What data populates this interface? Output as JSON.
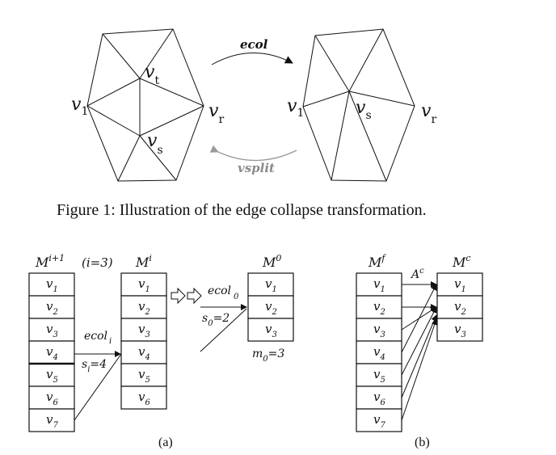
{
  "figure1": {
    "caption": "Figure 1: Illustration of the edge collapse transformation.",
    "ecol_label": "ecol",
    "vsplit_label": "vsplit",
    "left_mesh": {
      "v1": {
        "base": "v",
        "sub": "1"
      },
      "vr": {
        "base": "v",
        "sub": "r"
      },
      "vt": {
        "base": "v",
        "sub": "t"
      },
      "vs": {
        "base": "v",
        "sub": "s"
      }
    },
    "right_mesh": {
      "v1": {
        "base": "v",
        "sub": "1"
      },
      "vr": {
        "base": "v",
        "sub": "r"
      },
      "vs": {
        "base": "v",
        "sub": "s"
      }
    },
    "colors": {
      "ecol_arrow": "#111111",
      "vsplit_arrow": "#9a9a9a"
    }
  },
  "figure_a": {
    "label": "(a)",
    "m_i1": {
      "base": "M",
      "sup": "i+1"
    },
    "i_eq": "(i=3)",
    "m_i": {
      "base": "M",
      "sup": "i"
    },
    "m_0": {
      "base": "M",
      "sup": "0"
    },
    "ecol_i": {
      "base": "ecol",
      "sub": "i"
    },
    "s_i": {
      "base": "s",
      "sub": "i",
      "rest": "=4"
    },
    "ecol_0": {
      "base": "ecol",
      "sub": "0"
    },
    "s_0": {
      "base": "s",
      "sub": "0",
      "rest": "=2"
    },
    "m0_eq": {
      "base": "m",
      "sub": "0",
      "rest": "=3"
    },
    "list_i1": [
      {
        "base": "v",
        "sub": "1"
      },
      {
        "base": "v",
        "sub": "2"
      },
      {
        "base": "v",
        "sub": "3"
      },
      {
        "base": "v",
        "sub": "4"
      },
      {
        "base": "v",
        "sub": "5"
      },
      {
        "base": "v",
        "sub": "6"
      },
      {
        "base": "v",
        "sub": "7"
      }
    ],
    "list_i": [
      {
        "base": "v",
        "sub": "1"
      },
      {
        "base": "v",
        "sub": "2"
      },
      {
        "base": "v",
        "sub": "3"
      },
      {
        "base": "v",
        "sub": "4"
      },
      {
        "base": "v",
        "sub": "5"
      },
      {
        "base": "v",
        "sub": "6"
      }
    ],
    "list_0": [
      {
        "base": "v",
        "sub": "1"
      },
      {
        "base": "v",
        "sub": "2"
      },
      {
        "base": "v",
        "sub": "3"
      }
    ]
  },
  "figure_b": {
    "label": "(b)",
    "m_f": {
      "base": "M",
      "sup": "f"
    },
    "m_c": {
      "base": "M",
      "sup": "c"
    },
    "a_c": {
      "base": "A",
      "sup": "c"
    },
    "list_f": [
      {
        "base": "v",
        "sub": "1"
      },
      {
        "base": "v",
        "sub": "2"
      },
      {
        "base": "v",
        "sub": "3"
      },
      {
        "base": "v",
        "sub": "4"
      },
      {
        "base": "v",
        "sub": "5"
      },
      {
        "base": "v",
        "sub": "6"
      },
      {
        "base": "v",
        "sub": "7"
      }
    ],
    "list_c": [
      {
        "base": "v",
        "sub": "1"
      },
      {
        "base": "v",
        "sub": "2"
      },
      {
        "base": "v",
        "sub": "3"
      }
    ]
  }
}
